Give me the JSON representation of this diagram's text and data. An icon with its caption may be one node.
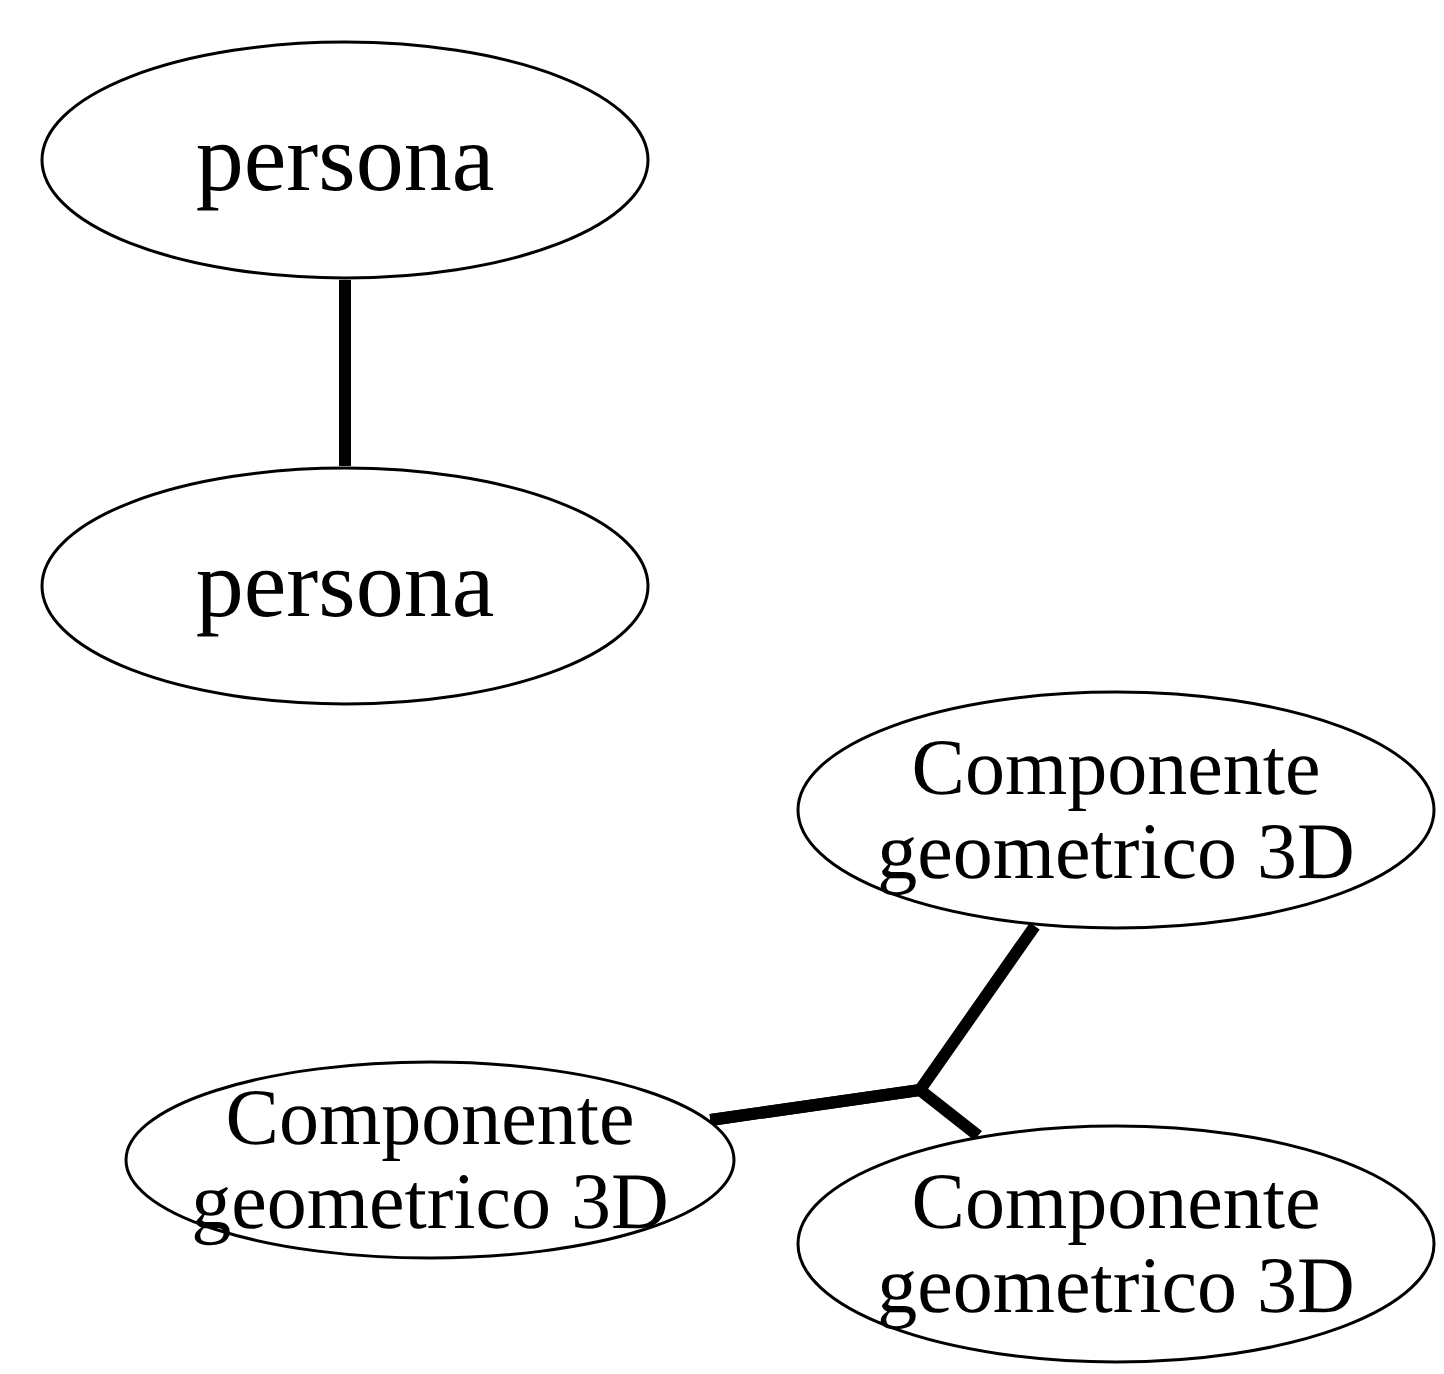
{
  "diagram": {
    "nodes": [
      {
        "text": [
          "persona"
        ]
      },
      {
        "text": [
          "persona"
        ]
      },
      {
        "text": [
          "Componente geometrico 3D"
        ]
      },
      {
        "text": [
          "Componente geometrico 3D"
        ]
      },
      {
        "text": [
          "Componente geometrico 3D"
        ]
      }
    ],
    "edges": [
      {
        "from": 0,
        "to": 1,
        "arrow": "none"
      },
      {
        "from": 3,
        "to": 2,
        "arrow": "none"
      },
      {
        "from": 3,
        "to": 4,
        "arrow": "none"
      }
    ]
  }
}
